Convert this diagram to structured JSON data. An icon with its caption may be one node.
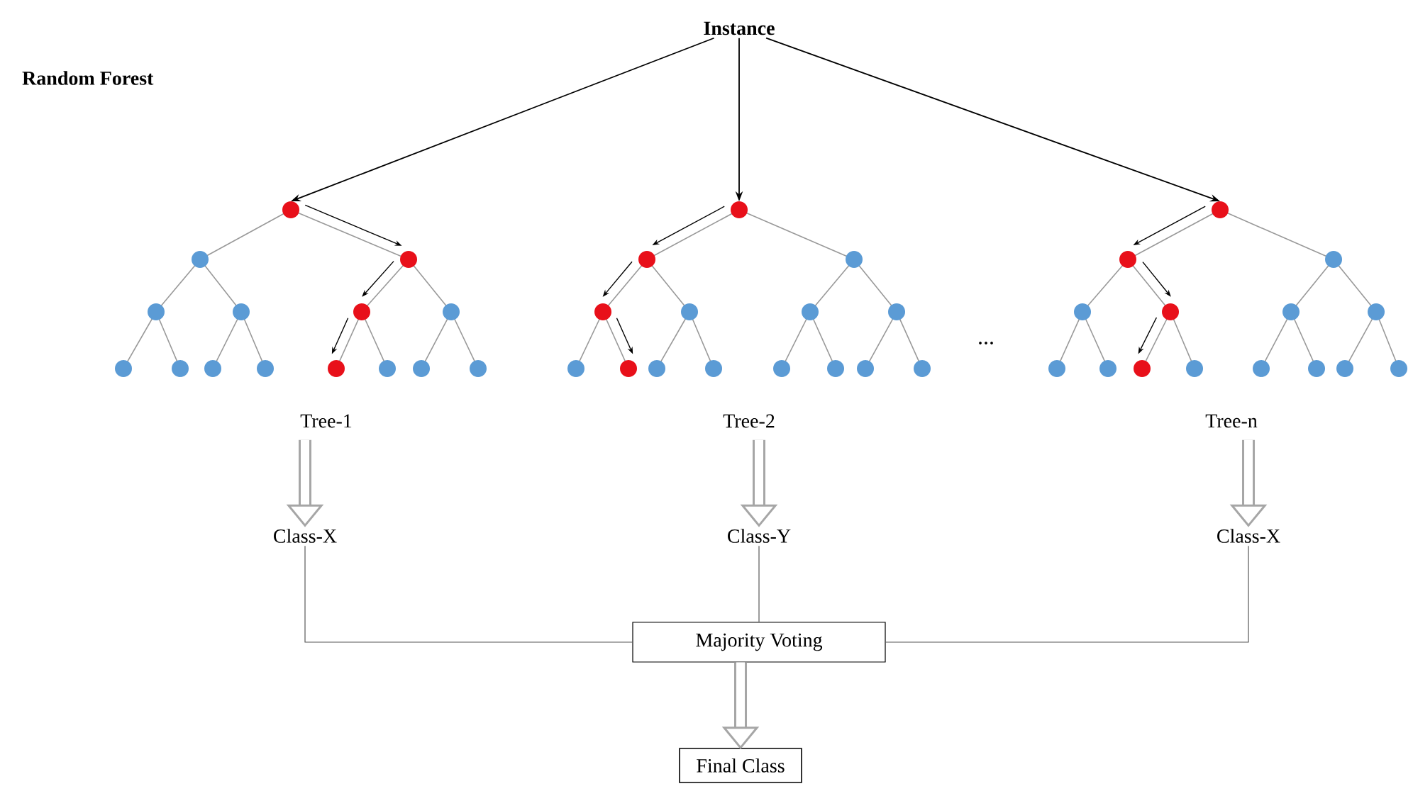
{
  "diagram": {
    "title": "Random Forest",
    "nodes": [
      {
        "text": [
          "Instance"
        ]
      },
      {
        "text": [],
        "shape": "tree",
        "beside": [
          "Tree-1"
        ]
      },
      {
        "text": [],
        "shape": "tree",
        "beside": [
          "Tree-2"
        ]
      },
      {
        "text": [],
        "shape": "tree",
        "beside": [
          "Tree-n"
        ]
      },
      {
        "text": [
          "Class-X"
        ]
      },
      {
        "text": [
          "Class-Y"
        ]
      },
      {
        "text": [
          "Class-X"
        ]
      },
      {
        "text": [
          "Majority Voting"
        ]
      },
      {
        "text": [
          "Final Class"
        ]
      }
    ],
    "edges": [
      {
        "from": 0,
        "to": 1,
        "arrow": "to",
        "color": "#000000"
      },
      {
        "from": 0,
        "to": 2,
        "arrow": "to",
        "color": "#000000"
      },
      {
        "from": 0,
        "to": 3,
        "arrow": "to",
        "color": "#000000"
      },
      {
        "from": 1,
        "to": 4,
        "arrow": "to",
        "style": "thick",
        "color": "#a6a6a6"
      },
      {
        "from": 2,
        "to": 5,
        "arrow": "to",
        "style": "thick",
        "color": "#a6a6a6"
      },
      {
        "from": 3,
        "to": 6,
        "arrow": "to",
        "style": "thick",
        "color": "#a6a6a6"
      },
      {
        "from": 4,
        "to": 7,
        "arrow": "none"
      },
      {
        "from": 5,
        "to": 7,
        "arrow": "none"
      },
      {
        "from": 6,
        "to": 7,
        "arrow": "none"
      },
      {
        "from": 7,
        "to": 8,
        "arrow": "to",
        "style": "thick",
        "color": "#a6a6a6"
      }
    ],
    "labels": [
      "..."
    ]
  }
}
